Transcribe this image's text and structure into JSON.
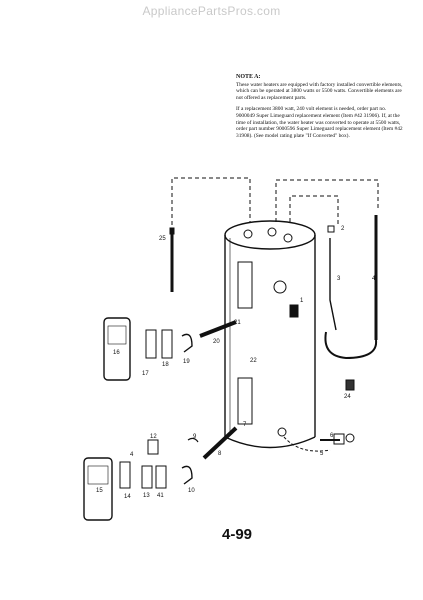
{
  "watermark": "AppliancePartsPros.com",
  "note": {
    "title": "NOTE A:",
    "para1": "These water heaters are equipped with factory installed convertible elements, which can be operated at 3800 watts or 5500 watts. Convertible elements are not offered as replacement parts.",
    "para2": "If a replacement 3800 watt, 240 volt element is needed, order part no. 9000049 Super Limeguard replacement element (Item #42 31906). If, at the time of installation, the water heater was converted to operate at 5500 watts, order part number 9000596 Super Limeguard replacement element (Item #42 31908). (See model rating plate \"If Converted\" box)."
  },
  "page_number": "4-99",
  "callouts": {
    "c1": "1",
    "c2": "2",
    "c3": "3",
    "c4": "4",
    "c5": "5",
    "c6": "6",
    "c7": "7",
    "c8": "8",
    "c9": "9",
    "c10": "10",
    "c12": "12",
    "c13": "13",
    "c14": "14",
    "c15": "15",
    "c16": "16",
    "c17": "17",
    "c18": "18",
    "c19": "19",
    "c20": "20",
    "c21": "21",
    "c22": "22",
    "c24": "24",
    "c25": "25",
    "c41": "41",
    "c4b": "4"
  }
}
